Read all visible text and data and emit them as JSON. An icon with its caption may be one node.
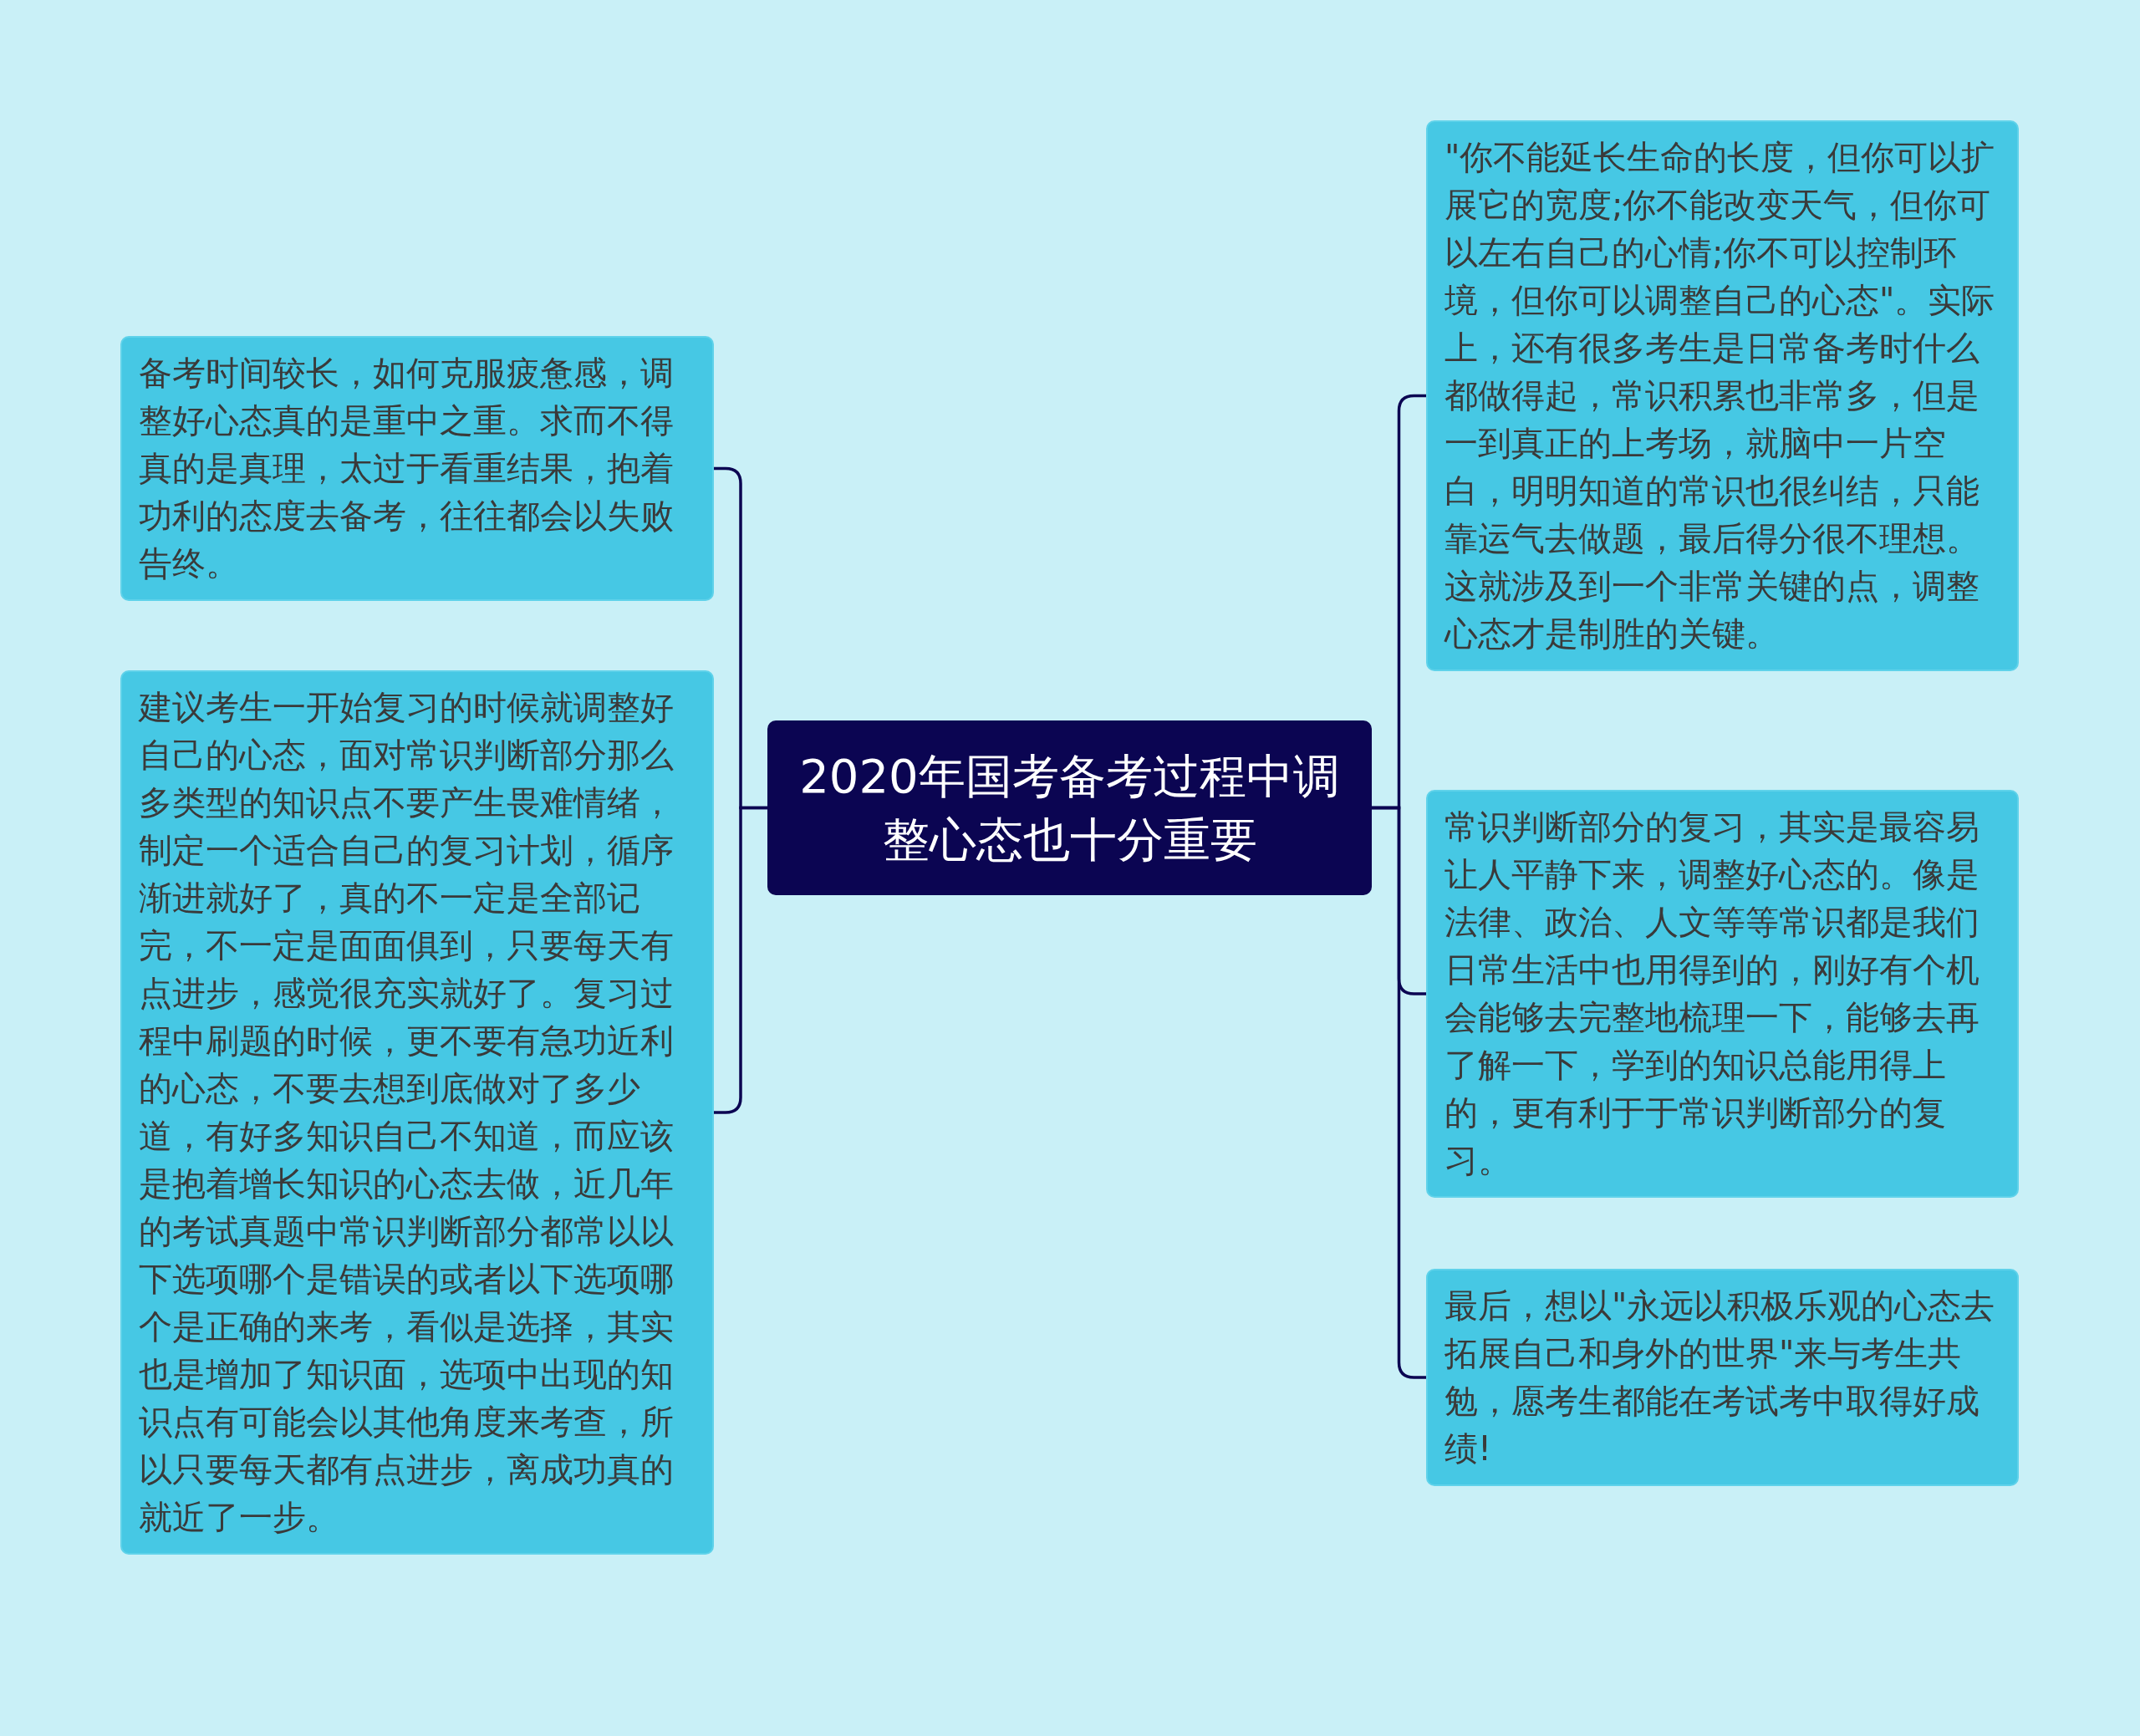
{
  "diagram": {
    "nodes": [
      {
        "text": [
          "2020年国考备考过程中调整心态也十分重要"
        ]
      },
      {
        "text": [
          "备考时间较长，如何克服疲惫感，调整好心态真的是重中之重。求而不得真的是真理，太过于看重结果，抱着功利的态度去备考，往往都会以失败告终。"
        ]
      },
      {
        "text": [
          "建议考生一开始复习的时候就调整好自己的心态，面对常识判断部分那么多类型的知识点不要产生畏难情绪，制定一个适合自己的复习计划，循序渐进就好了，真的不一定是全部记完，不一定是面面俱到，只要每天有点进步，感觉很充实就好了。复习过程中刷题的时候，更不要有急功近利的心态，不要去想到底做对了多少道，有好多知识自己不知道，而应该是抱着增长知识的心态去做，近几年的考试真题中常识判断部分都常以以下选项哪个是错误的或者以下选项哪个是正确的来考，看似是选择，其实也是增加了知识面，选项中出现的知识点有可能会以其他角度来考查，所以只要每天都有点进步，离成功真的就近了一步。"
        ]
      },
      {
        "text": [
          "\"你不能延长生命的长度，但你可以扩展它的宽度;你不能改变天气，但你可以左右自己的心情;你不可以控制环境，但你可以调整自己的心态\"。实际上，还有很多考生是日常备考时什么都做得起，常识积累也非常多，但是一到真正的上考场，就脑中一片空白，明明知道的常识也很纠结，只能靠运气去做题，最后得分很不理想。这就涉及到一个非常关键的点，调整心态才是制胜的关键。"
        ]
      },
      {
        "text": [
          "常识判断部分的复习，其实是最容易让人平静下来，调整好心态的。像是法律、政治、人文等等常识都是我们日常生活中也用得到的，刚好有个机会能够去完整地梳理一下，能够去再了解一下，学到的知识总能用得上的，更有利于于常识判断部分的复习。"
        ]
      },
      {
        "text": [
          "最后，想以\"永远以积极乐观的心态去拓展自己和身外的世界\"来与考生共勉，愿考生都能在考试考中取得好成绩!"
        ]
      }
    ],
    "edges": [
      {
        "from": 0,
        "to": 1,
        "arrow": "none"
      },
      {
        "from": 0,
        "to": 2,
        "arrow": "none"
      },
      {
        "from": 0,
        "to": 3,
        "arrow": "none"
      },
      {
        "from": 0,
        "to": 4,
        "arrow": "none"
      },
      {
        "from": 0,
        "to": 5,
        "arrow": "none"
      }
    ]
  }
}
